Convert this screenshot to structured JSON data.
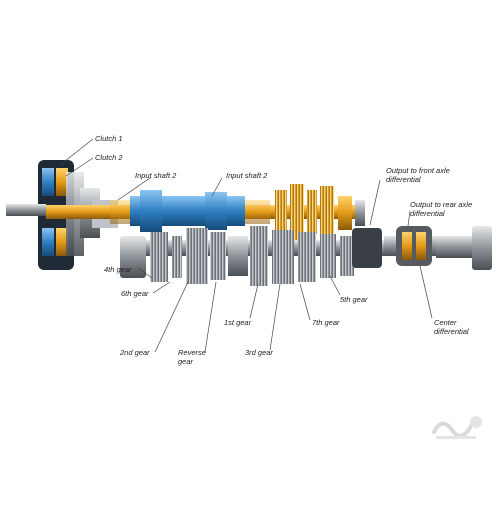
{
  "labels": {
    "clutch1": "Clutch 1",
    "clutch2": "Clutch 2",
    "input_shaft_2_left": "Input shaft 2",
    "input_shaft_2_right": "Input shaft 2",
    "output_front": "Output to front axle differential",
    "output_rear": "Output to rear axle differential",
    "gear_4th": "4th gear",
    "gear_6th": "6th gear",
    "gear_2nd": "2nd gear",
    "gear_reverse": "Reverse gear",
    "gear_1st": "1st gear",
    "gear_3rd": "3rd gear",
    "gear_7th": "7th gear",
    "gear_5th": "5th gear",
    "center_differential": "Center differential"
  },
  "colors": {
    "input_shaft": "#e8a21c",
    "blue_parts": "#3a86c8",
    "steel": "#9aa0a6",
    "leader_line": "#444444"
  },
  "icons": {
    "watermark": "logo-watermark-icon"
  }
}
